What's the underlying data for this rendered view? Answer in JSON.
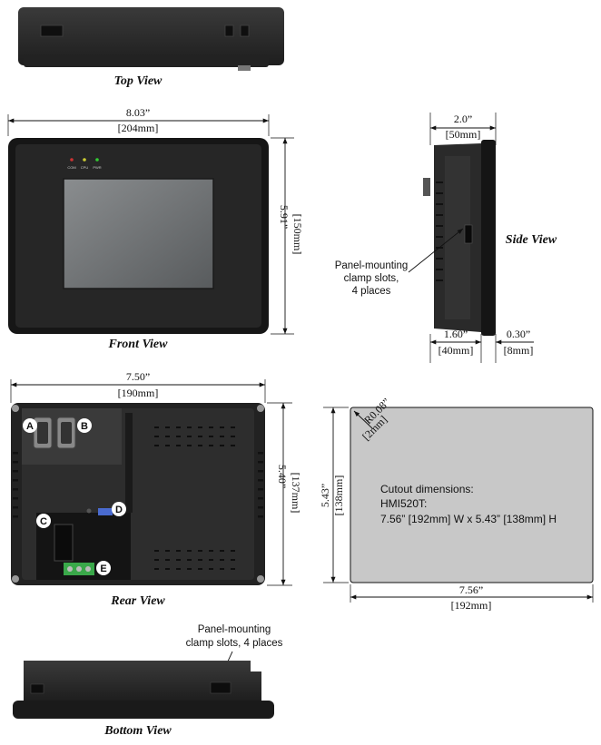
{
  "views": {
    "top": "Top View",
    "front": "Front View",
    "side": "Side View",
    "rear": "Rear View",
    "bottom": "Bottom View"
  },
  "front_dims": {
    "width_in": "8.03”",
    "width_mm": "[204mm]",
    "height_in": "5.91”",
    "height_mm": "[150mm]"
  },
  "front_leds": [
    "COM",
    "CPU",
    "PWR"
  ],
  "side_dims": {
    "depth_in": "2.0”",
    "depth_mm": "[50mm]",
    "body_in": "1.60”",
    "body_mm": "[40mm]",
    "bezel_in": "0.30”",
    "bezel_mm": "[8mm]"
  },
  "side_note": [
    "Panel-mounting",
    "clamp slots,",
    "4 places"
  ],
  "rear_dims": {
    "width_in": "7.50”",
    "width_mm": "[190mm]",
    "height_in": "5.40”",
    "height_mm": "[137mm]"
  },
  "rear_badges": [
    "A",
    "B",
    "C",
    "D",
    "E"
  ],
  "cutout": {
    "radius_in": "R0.08”",
    "radius_mm": "[2mm]",
    "height_in": "5.43”",
    "height_mm": "[138mm]",
    "width_in": "7.56”",
    "width_mm": "[192mm]",
    "text": [
      "Cutout dimensions:",
      "HMI520T:",
      "7.56” [192mm] W  x  5.43” [138mm] H"
    ],
    "fill_color": "#c8c8c8"
  },
  "bottom_note": [
    "Panel-mounting",
    "clamp slots, 4 places"
  ],
  "colors": {
    "housing": "#2b2b2b",
    "bezel": "#1c1c1c",
    "screen": "#6b6e70",
    "terminal": "#3aa84a"
  }
}
